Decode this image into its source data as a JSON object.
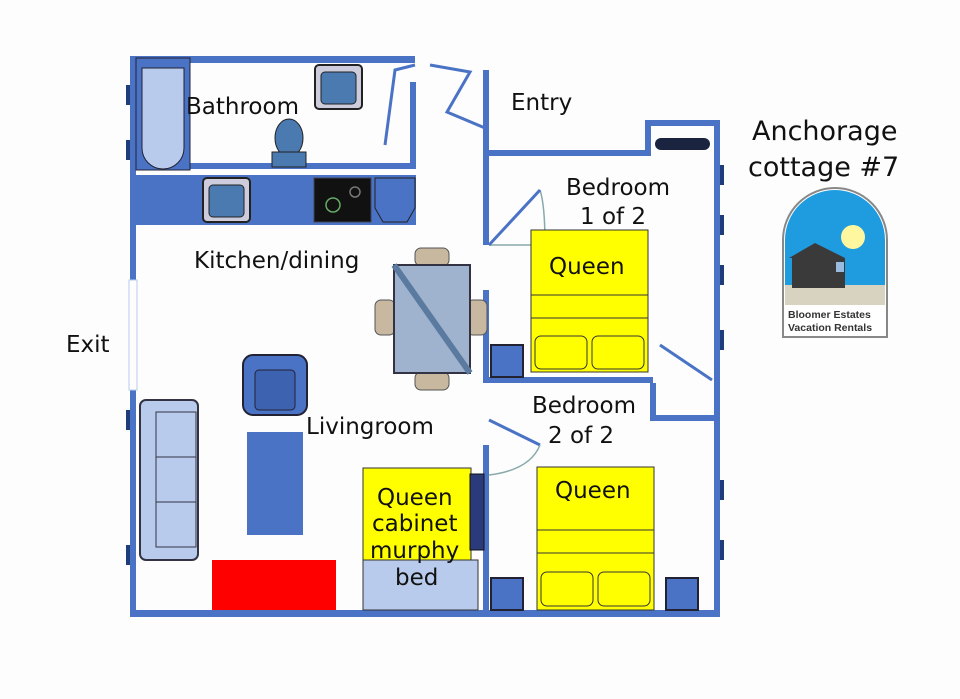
{
  "title": {
    "line1": "Anchorage",
    "line2": "cottage #7"
  },
  "logo": {
    "line1": "Bloomer Estates",
    "line2": "Vacation Rentals"
  },
  "rooms": {
    "bathroom": "Bathroom",
    "entry": "Entry",
    "kitchen": "Kitchen/dining",
    "exit": "Exit",
    "livingroom": "Livingroom",
    "bedroom1_line1": "Bedroom",
    "bedroom1_line2": "1 of 2",
    "bedroom2_line1": "Bedroom",
    "bedroom2_line2": "2 of 2"
  },
  "beds": {
    "bed1": "Queen",
    "bed2": "Queen",
    "murphy_line1": "Queen",
    "murphy_line2": "cabinet",
    "murphy_line3": "murphy",
    "murphy_line4": "bed"
  },
  "colors": {
    "wall": "#4a73c6",
    "furniture_light": "#b8cbec",
    "bed": "#ffff00",
    "rug": "#ff0000",
    "sky": "#1f9be0"
  }
}
